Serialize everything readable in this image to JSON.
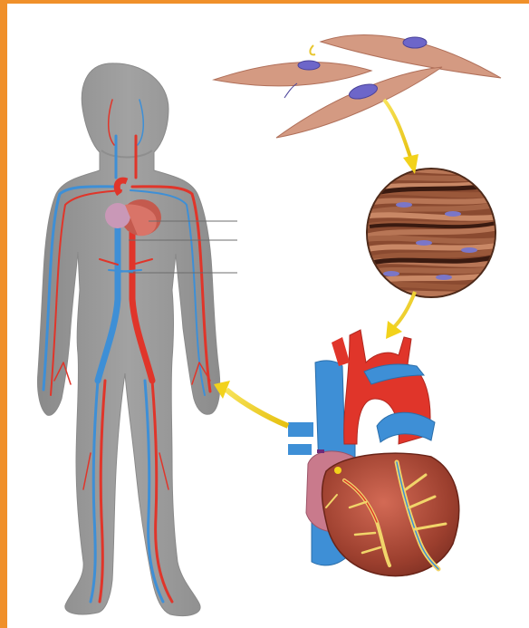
{
  "figure": {
    "subject": "circulatory-system-hierarchy",
    "levels": [
      "cells",
      "tissue",
      "organ",
      "organ-system"
    ]
  },
  "colors": {
    "frame_orange": "#f0902a",
    "silhouette_gray": "#9a9a9a",
    "artery_red": "#e0352a",
    "vein_blue": "#3e8fd6",
    "heart_pink": "#c97a8c",
    "cell_tan": "#d49a82",
    "nucleus_purple": "#6d66c9",
    "muscle_brown": "#9b5a3c",
    "arrow_yellow": "#f2d21b",
    "leader_gray": "#6c6c6c"
  },
  "icons": {
    "cells": "smooth-muscle-cells-icon",
    "tissue": "muscle-tissue-icon",
    "organ": "heart-icon",
    "system": "human-body-icon"
  }
}
